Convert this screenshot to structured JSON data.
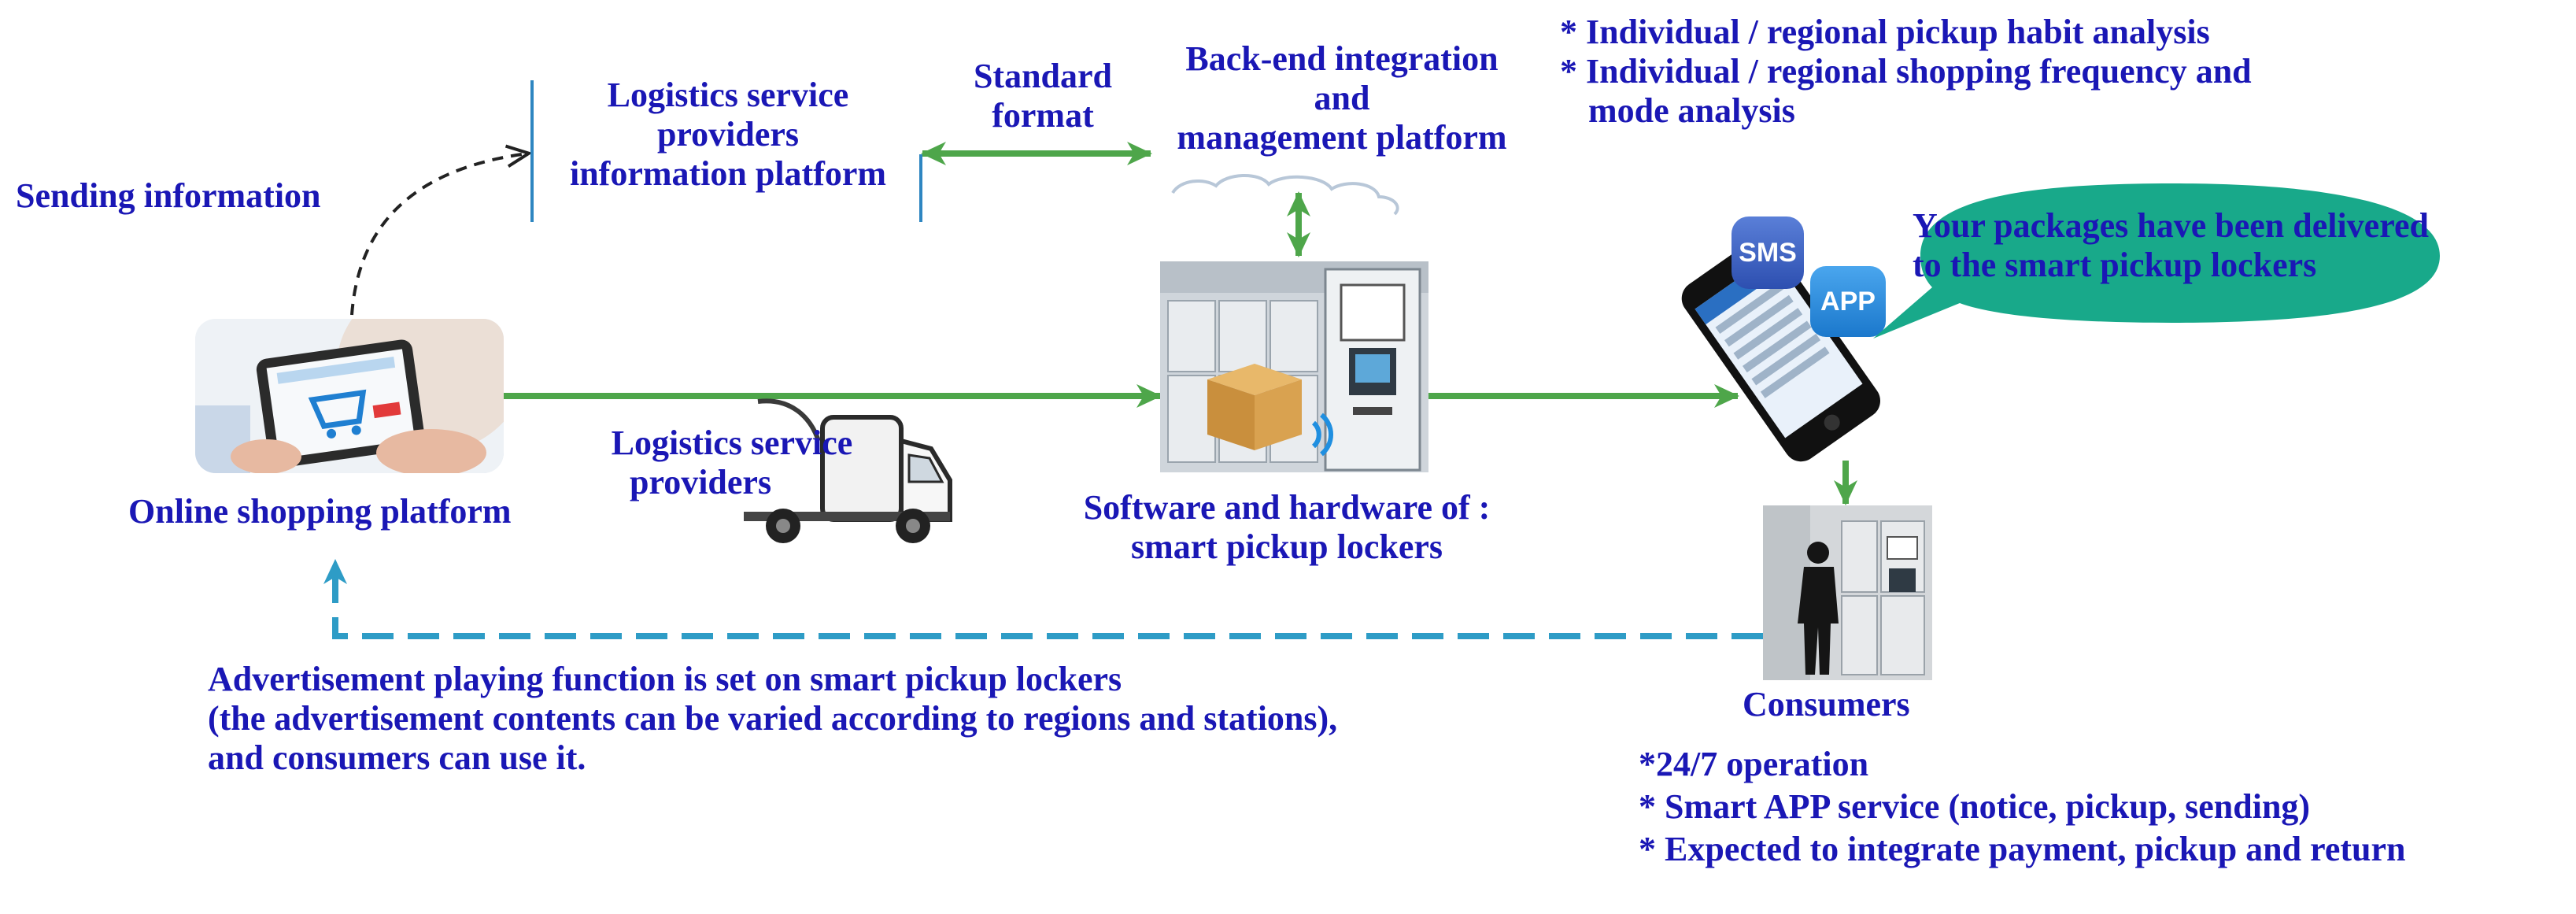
{
  "colors": {
    "text": "#1a17b5",
    "green_arrow": "#4ea64a",
    "dashed_blue": "#2e9cc6",
    "bubble": "#18a98a",
    "separator": "#2e86c1"
  },
  "icons": [
    "tablet-shopping-photo",
    "truck-icon",
    "locker-photo",
    "phone-icon",
    "sms-icon",
    "app-icon",
    "speech-bubble",
    "consumer-photo",
    "cloud-icon"
  ],
  "nodes": {
    "online_shopping": "Online shopping platform",
    "logistics_info_platform": [
      "Logistics service",
      "providers",
      "information  platform"
    ],
    "backend_platform": [
      "Back-end integration",
      "and",
      "management  platform"
    ],
    "lockers": [
      "Software and hardware of :",
      "smart  pickup lockers"
    ],
    "logistics_providers": [
      "Logistics service",
      "providers"
    ],
    "consumers": "Consumers"
  },
  "edges": {
    "sending_information": "Sending information",
    "standard_format": [
      "Standard",
      "format"
    ]
  },
  "phone": {
    "sms": "SMS",
    "app": "APP",
    "message": [
      "Your packages have been delivered",
      "to the smart pickup lockers"
    ]
  },
  "analysis": [
    "* Individual / regional  pickup habit analysis",
    "* Individual / regional  shopping frequency and",
    "mode analysis"
  ],
  "advertisement": [
    "Advertisement  playing  function  is  set  on  smart  pickup  lockers",
    "(the advertisement contents can be varied according to regions and stations),",
    "and  consumers  can  use it."
  ],
  "features": [
    "*24/7  operation",
    "* Smart APP service (notice, pickup, sending)",
    "* Expected to integrate payment, pickup and return"
  ]
}
